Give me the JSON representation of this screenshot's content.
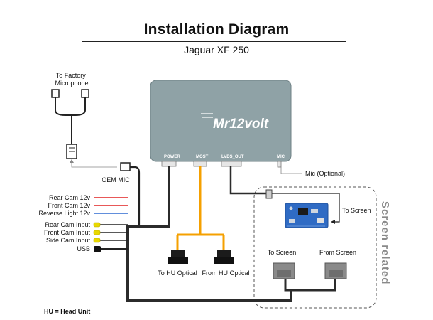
{
  "title": "Installation Diagram",
  "subtitle": "Jaguar XF 250",
  "module": {
    "brand": "Mr12volt",
    "ports": {
      "power": "POWER",
      "most": "MOST",
      "lvds": "LVDS_OUT",
      "mic": "MIC"
    }
  },
  "labels": {
    "factory_mic": "To Factory Microphone",
    "oem_mic": "OEM MIC",
    "mic_optional": "Mic (Optional)",
    "to_hu_optical": "To HU Optical",
    "from_hu_optical": "From HU Optical",
    "to_screen_board": "To Screen",
    "to_screen": "To Screen",
    "from_screen": "From Screen",
    "screen_related": "Screen related",
    "legend": "HU = Head Unit"
  },
  "wires": [
    {
      "label": "Rear Cam 12v",
      "color": "#e02020"
    },
    {
      "label": "Front Cam 12v",
      "color": "#e02020"
    },
    {
      "label": "Reverse Light 12v",
      "color": "#2e6ad0"
    },
    {
      "label": "Rear Cam Input",
      "color": "#e8d800"
    },
    {
      "label": "Front Cam Input",
      "color": "#e8d800"
    },
    {
      "label": "Side Cam Input",
      "color": "#e8d800"
    },
    {
      "label": "USB",
      "color": "#111111"
    }
  ],
  "colors": {
    "module": "#8fa2a6",
    "optical": "#f5a000",
    "harness": "#2b2b2b"
  }
}
